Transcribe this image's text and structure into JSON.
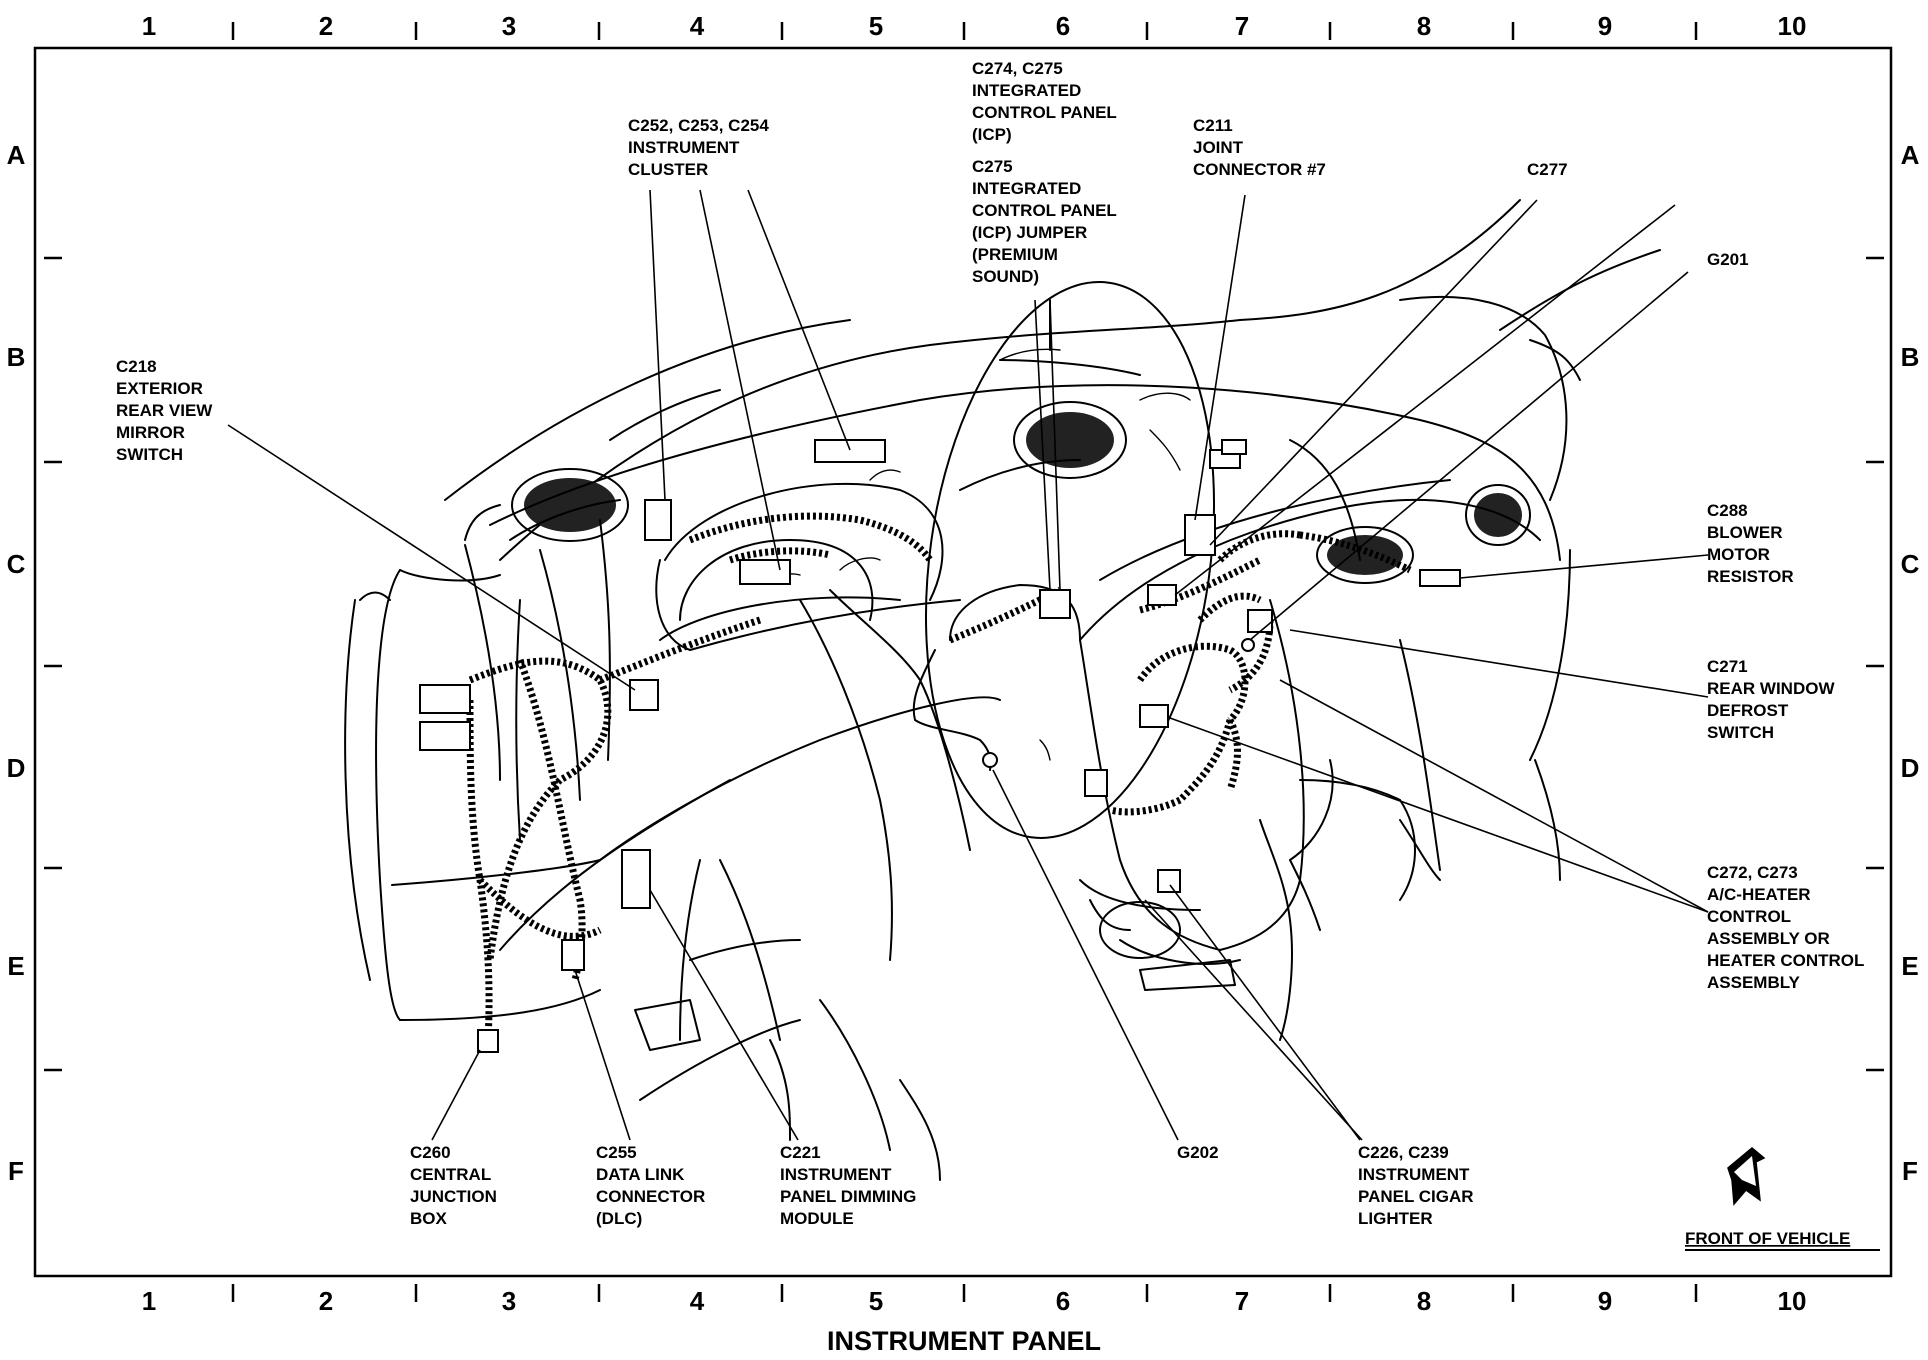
{
  "title": "INSTRUMENT PANEL",
  "grid": {
    "columns": [
      "1",
      "2",
      "3",
      "4",
      "5",
      "6",
      "7",
      "8",
      "9",
      "10"
    ],
    "rows": [
      "A",
      "B",
      "C",
      "D",
      "E",
      "F"
    ]
  },
  "front_of_vehicle": "FRONT OF VEHICLE",
  "callouts": {
    "c274": [
      "C274, C275",
      "INTEGRATED",
      "CONTROL PANEL",
      "(ICP)"
    ],
    "c275": [
      "C275",
      "INTEGRATED",
      "CONTROL PANEL",
      "(ICP) JUMPER",
      "(PREMIUM",
      "SOUND)"
    ],
    "c252": [
      "C252, C253, C254",
      "INSTRUMENT",
      "CLUSTER"
    ],
    "c211": [
      "C211",
      "JOINT",
      "CONNECTOR #7"
    ],
    "c277": [
      "C277"
    ],
    "g201": [
      "G201"
    ],
    "c218": [
      "C218",
      "EXTERIOR",
      "REAR VIEW",
      "MIRROR",
      "SWITCH"
    ],
    "c288": [
      "C288",
      "BLOWER",
      "MOTOR",
      "RESISTOR"
    ],
    "c271": [
      "C271",
      "REAR WINDOW",
      "DEFROST",
      "SWITCH"
    ],
    "c272": [
      "C272, C273",
      "A/C-HEATER",
      "CONTROL",
      "ASSEMBLY OR",
      "HEATER CONTROL",
      "ASSEMBLY"
    ],
    "c260": [
      "C260",
      "CENTRAL",
      "JUNCTION",
      "BOX"
    ],
    "c255": [
      "C255",
      "DATA LINK",
      "CONNECTOR",
      "(DLC)"
    ],
    "c221": [
      "C221",
      "INSTRUMENT",
      "PANEL DIMMING",
      "MODULE"
    ],
    "g202": [
      "G202"
    ],
    "c226": [
      "C226, C239",
      "INSTRUMENT",
      "PANEL CIGAR",
      "LIGHTER"
    ]
  }
}
